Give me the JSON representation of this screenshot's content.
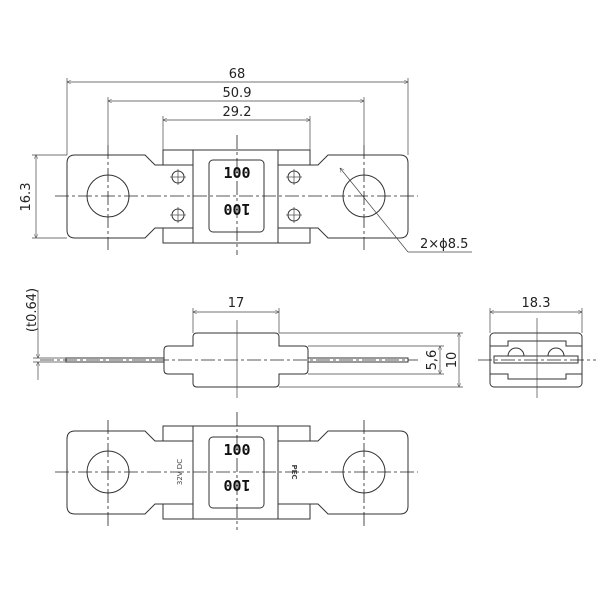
{
  "dimensions": {
    "overall_length": "68",
    "hole_pitch": "50.9",
    "body_length": "29.2",
    "width": "16.3",
    "hole_note": "2×ϕ8.5",
    "thickness": "(t0.64)",
    "body_width": "17",
    "terminal_height": "5,6",
    "body_height": "10",
    "end_width": "18.3"
  },
  "fuse": {
    "rating_top": "100",
    "rating_bottom": "100",
    "voltage": "32V DC",
    "brand_mark": "PEC"
  }
}
